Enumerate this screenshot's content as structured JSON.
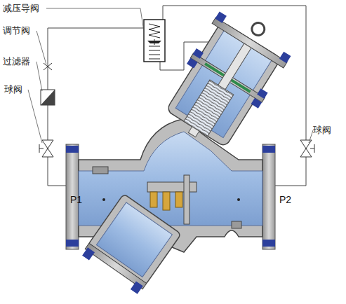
{
  "diagram": {
    "labels": [
      "减压导阀",
      "调节阀",
      "过滤器",
      "球阀",
      "球阀",
      "P1",
      "P2"
    ]
  }
}
